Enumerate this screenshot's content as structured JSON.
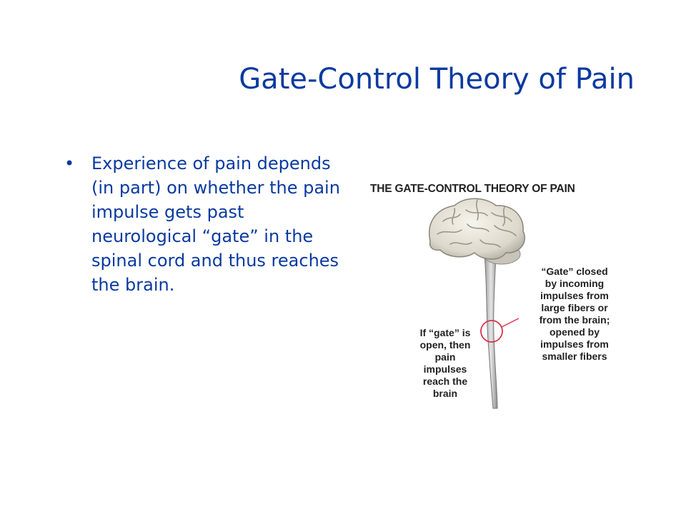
{
  "slide": {
    "title": "Gate-Control Theory of Pain",
    "bullets": [
      "Experience of pain depends (in part) on whether the pain impulse gets past neurological “gate” in the spinal cord and thus reaches the brain."
    ]
  },
  "figure": {
    "title": "THE GATE-CONTROL THEORY OF PAIN",
    "gate_closed_lines": [
      "“Gate” closed",
      "by incoming",
      "impulses from",
      "large fibers or",
      "from the brain;",
      "opened by",
      "impulses from",
      "smaller fibers"
    ],
    "gate_open_lines": [
      "If “gate” is",
      "open, then",
      "pain",
      "impulses",
      "reach the",
      "brain"
    ],
    "colors": {
      "title_text": "#0a3aa0",
      "gate_circle": "#d9334a",
      "label_text": "#222222"
    }
  }
}
